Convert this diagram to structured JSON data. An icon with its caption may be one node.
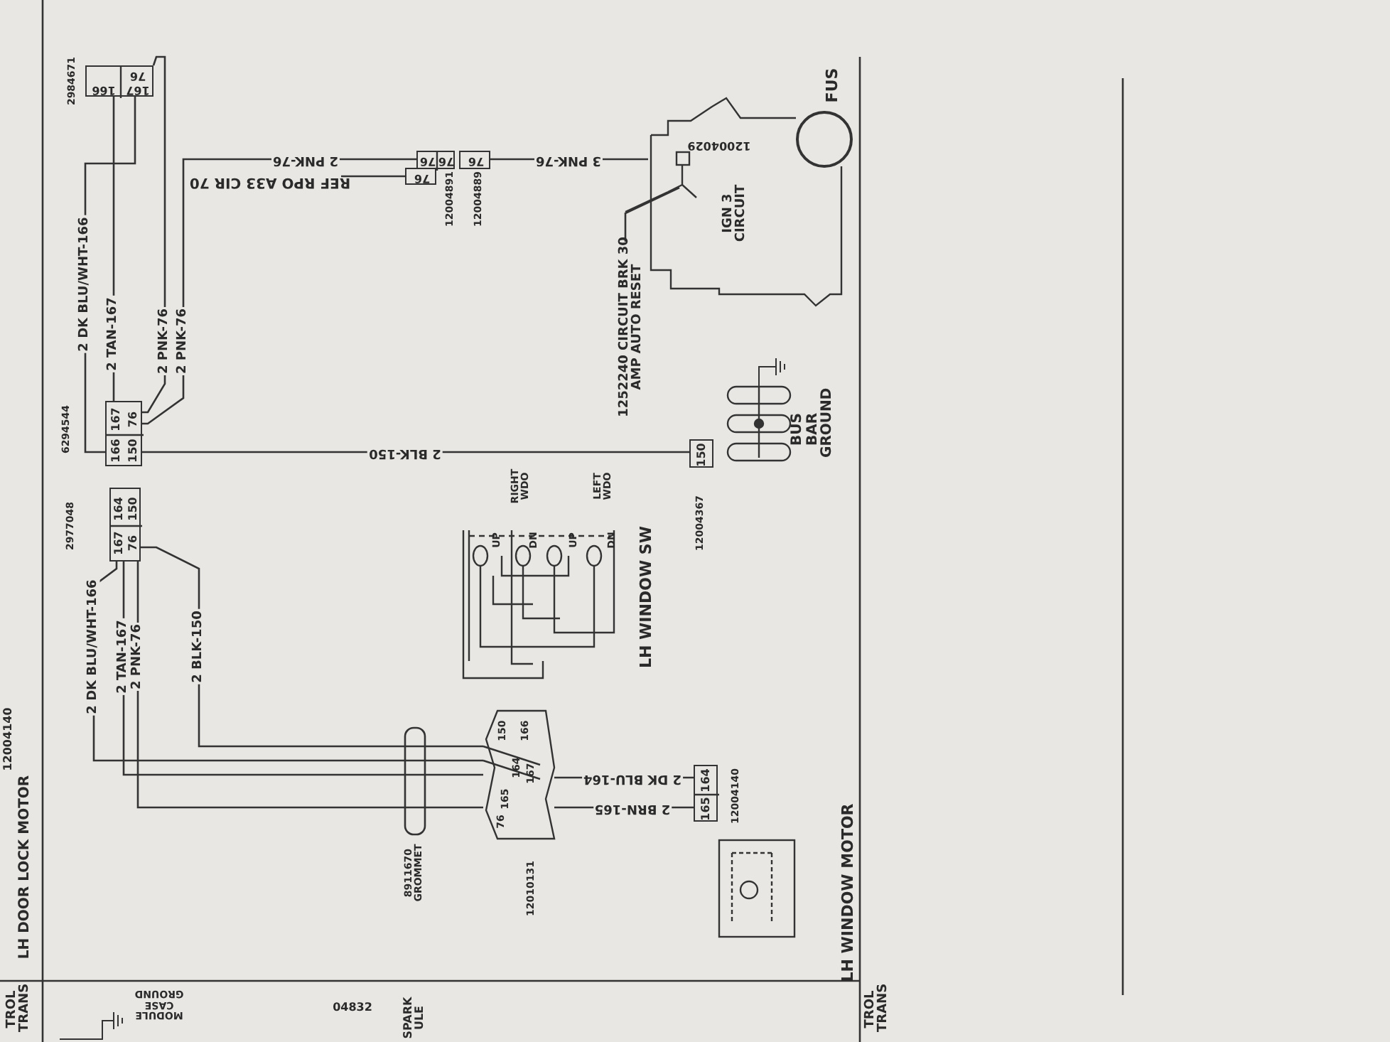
{
  "diagram": {
    "nodes": [
      {
        "text": [
          "166",
          "167",
          "76"
        ],
        "beside": [
          "2984671"
        ]
      },
      {
        "text": [
          "166",
          "167",
          "150",
          "76"
        ],
        "beside": [
          "6294544"
        ]
      },
      {
        "text": [
          "167",
          "164",
          "76",
          "150"
        ],
        "beside": [
          "2977048"
        ]
      },
      {
        "text": [
          "76",
          "76"
        ],
        "beside": [
          "12004891"
        ]
      },
      {
        "text": [
          "76"
        ],
        "beside": [
          "12004889"
        ]
      },
      {
        "text": [
          "76"
        ]
      },
      {
        "text": [
          "REF RPO A33 CIR 70"
        ]
      },
      {
        "text": [
          "12004029",
          "IGN 3 CIRCUIT"
        ]
      },
      {
        "text": [
          "FUS"
        ]
      },
      {
        "text": [
          "1252240 CIRCUIT BRK 30 AMP AUTO RESET"
        ]
      },
      {
        "text": [
          "BUS BAR GROUND"
        ]
      },
      {
        "text": [
          "150"
        ],
        "beside": [
          "12004367"
        ]
      },
      {
        "text": [
          "LH WINDOW SW"
        ]
      },
      {
        "text": [
          "150",
          "166",
          "164",
          "167",
          "165",
          "76"
        ],
        "beside": [
          "12010131"
        ]
      },
      {
        "text": [
          "165",
          "164"
        ],
        "beside": [
          "12004140"
        ]
      },
      {
        "text": [
          "LH WINDOW MOTOR"
        ]
      }
    ],
    "edges": [
      {
        "from": 0,
        "to": 1,
        "arrow": "none",
        "label": "2 DK BLU/WHT-166"
      },
      {
        "from": 0,
        "to": 1,
        "arrow": "none",
        "label": "2 TAN-167"
      },
      {
        "from": 0,
        "to": 1,
        "arrow": "none",
        "label": "2 PNK-76"
      },
      {
        "from": 3,
        "to": 1,
        "arrow": "none",
        "label": "2 PNK-76"
      },
      {
        "from": 1,
        "to": 11,
        "arrow": "none",
        "label": "2 BLK-150"
      },
      {
        "from": 5,
        "to": 6,
        "arrow": "none"
      },
      {
        "from": 4,
        "to": 7,
        "arrow": "none",
        "label": "3 PNK-76"
      },
      {
        "from": 9,
        "to": 7,
        "arrow": "none"
      },
      {
        "from": 2,
        "to": 13,
        "arrow": "none",
        "label": "2 DK BLU/WHT-166"
      },
      {
        "from": 2,
        "to": 13,
        "arrow": "none",
        "label": "2 TAN-167"
      },
      {
        "from": 2,
        "to": 13,
        "arrow": "none",
        "label": "2 PNK-76"
      },
      {
        "from": 2,
        "to": 13,
        "arrow": "none",
        "label": "2 BLK-150"
      },
      {
        "from": 13,
        "to": 14,
        "arrow": "none",
        "label": "2 DK BLU-164"
      },
      {
        "from": 13,
        "to": 14,
        "arrow": "none",
        "label": "2 BRN-165"
      }
    ],
    "labels": [
      "2 PNK-76",
      "RIGHT WDO",
      "LEFT WDO",
      "UP",
      "DN",
      "UP",
      "DN",
      "LH DOOR LOCK MOTOR",
      "12004140",
      "TROL TRANS",
      "MODULE CASE GROUND",
      "04832",
      "SPARK ULE",
      "TROL TRANS",
      "8911670 GROMMET"
    ]
  }
}
